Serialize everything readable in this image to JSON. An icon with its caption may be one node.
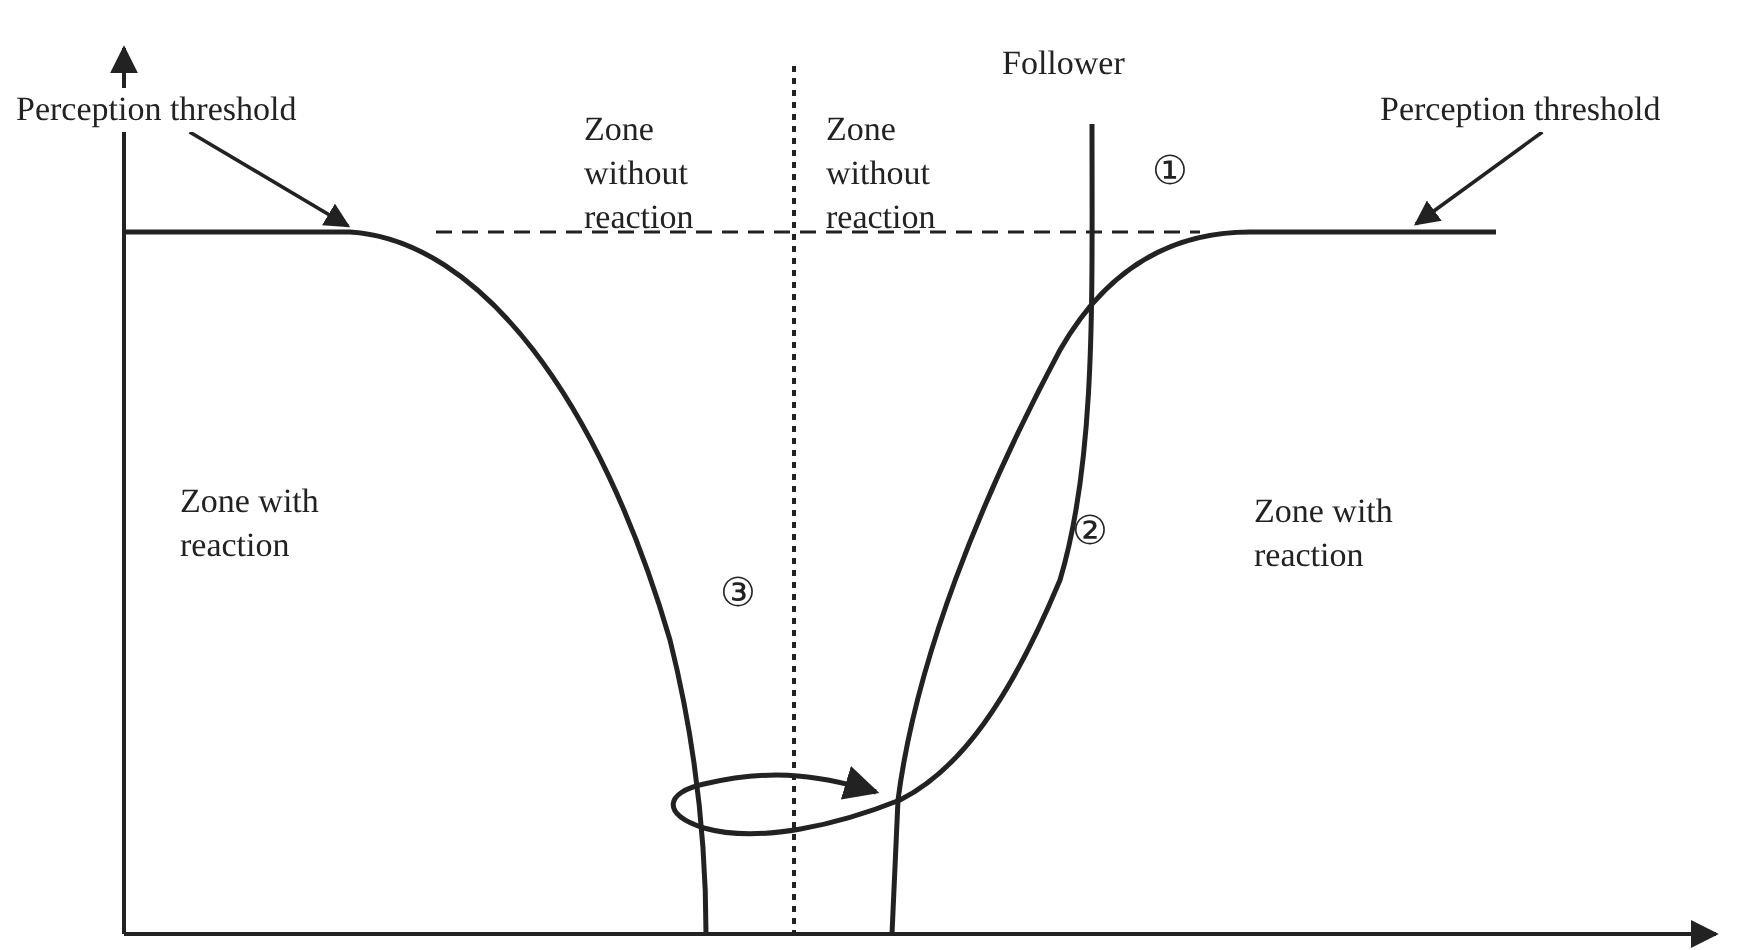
{
  "diagram": {
    "nodes": [
      {
        "text": [
          "Perception threshold"
        ]
      },
      {
        "text": [
          "Perception threshold"
        ]
      }
    ],
    "edges": [
      {
        "from": 0,
        "to": null,
        "arrow": "to"
      },
      {
        "from": 1,
        "to": null,
        "arrow": "to"
      }
    ],
    "labels": [
      "Follower",
      "Zone without reaction",
      "Zone without reaction",
      "①",
      "Zone with reaction",
      "②",
      "Zone with reaction",
      "③"
    ]
  }
}
